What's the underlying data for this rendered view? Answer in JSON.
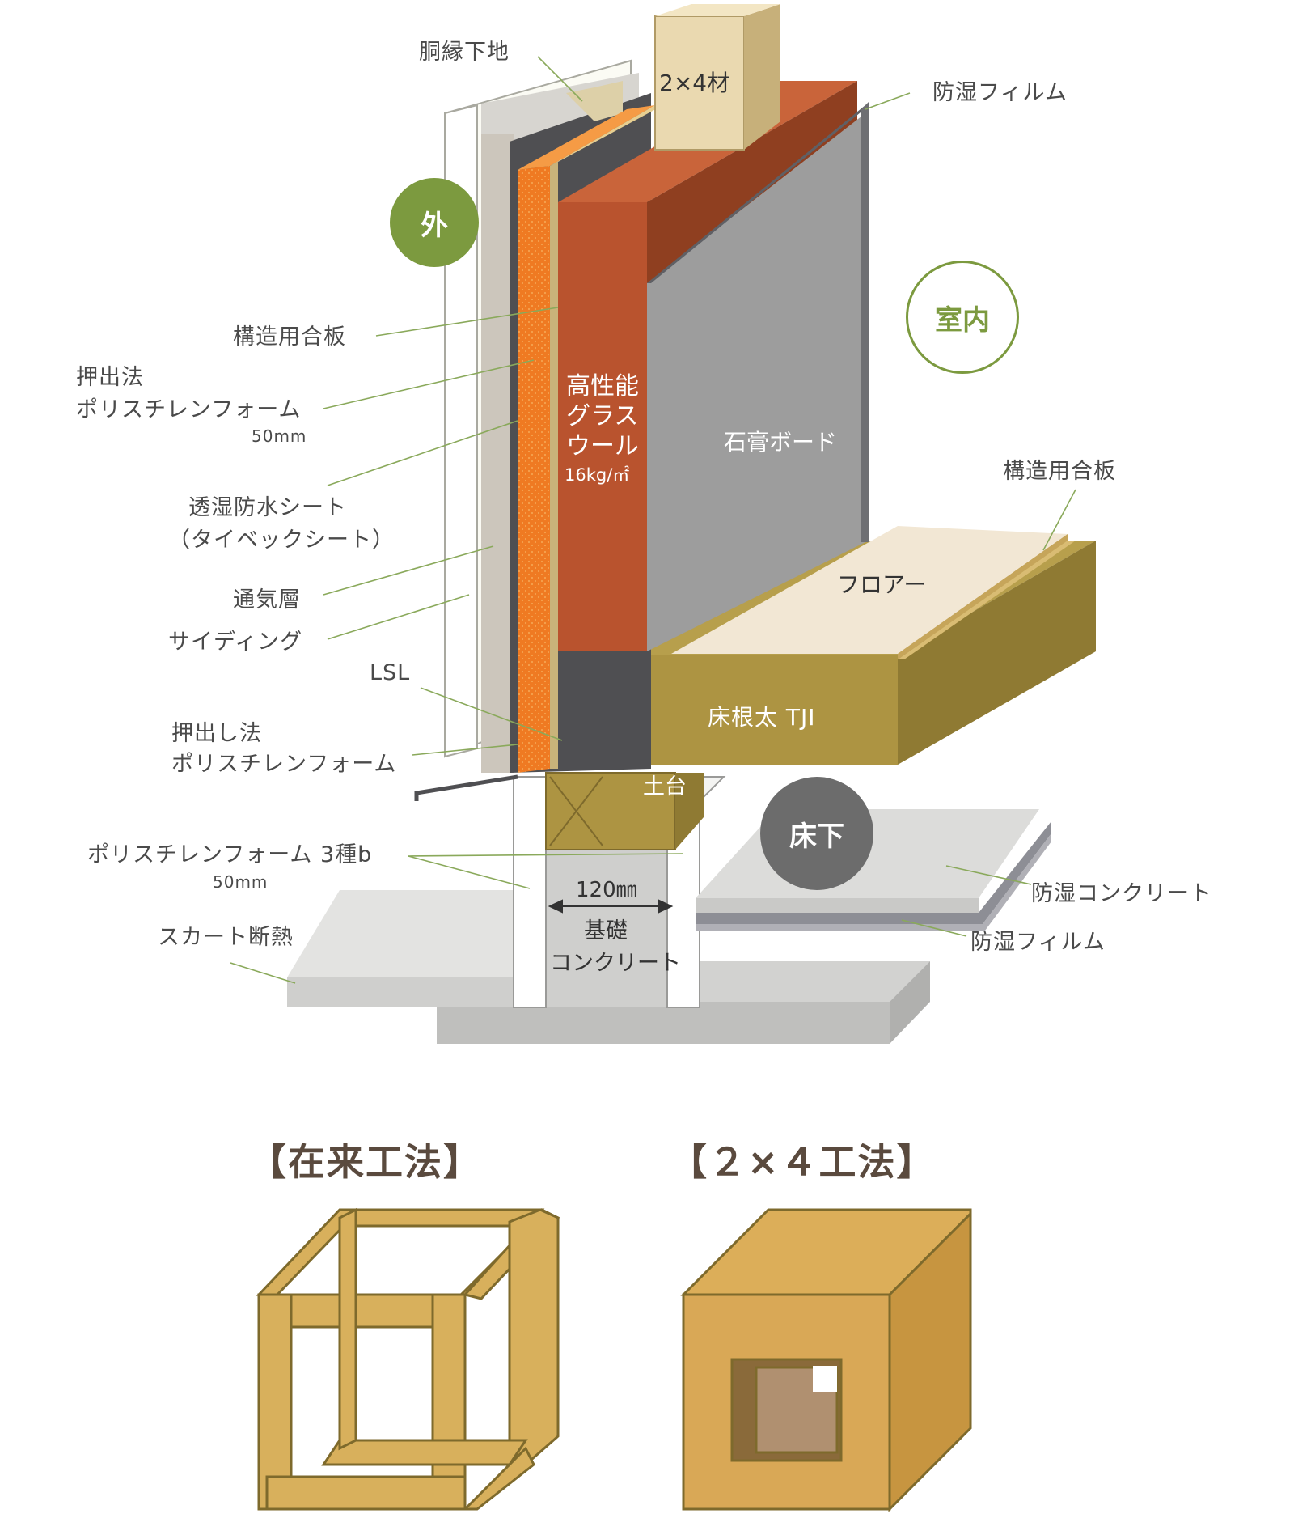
{
  "diagram": {
    "labels": {
      "dobuchi": "胴縁下地",
      "two_by_four_lumber": "2×4材",
      "vapor_film_top": "防湿フィルム",
      "structural_plywood_wall": "構造用合板",
      "xps_50_line1": "押出法",
      "xps_50_line2": "ポリスチレンフォーム",
      "xps_50_thickness": "50mm",
      "breather_sheet_line1": "透湿防水シート",
      "breather_sheet_line2": "（タイベックシート）",
      "air_layer": "通気層",
      "siding": "サイディング",
      "lsl": "LSL",
      "xps_lower_line1": "押出し法",
      "xps_lower_line2": "ポリスチレンフォーム",
      "pf_3b_line1": "ポリスチレンフォーム 3種b",
      "pf_3b_thickness": "50mm",
      "skirt_insulation": "スカート断熱",
      "structural_plywood_floor": "構造用合板",
      "moisture_proof_concrete": "防湿コンクリート",
      "vapor_film_bottom": "防湿フィルム",
      "glass_wool_line1": "高性能",
      "glass_wool_line2": "グラス",
      "glass_wool_line3": "ウール",
      "glass_wool_density": "16kg/㎡",
      "gypsum_board": "石膏ボード",
      "flooring": "フロアー",
      "floor_joist": "床根太 TJI",
      "sill": "土台",
      "foundation_width": "120㎜",
      "foundation_line1": "基礎",
      "foundation_line2": "コンクリート"
    },
    "zones": {
      "outside": "外",
      "indoor": "室内",
      "underfloor": "床下"
    }
  },
  "methods": {
    "conventional": "【在来工法】",
    "two_by_four": "【２×４工法】"
  },
  "colors": {
    "accent_green": "#7c9a3f",
    "underfloor_gray": "#6c6c6c",
    "xps_orange": "#ef7a22",
    "glass_wool": "#b9532e",
    "gypsum": "#9d9d9d",
    "lumber": "#ad9442",
    "heading_brown": "#5a4a3e"
  }
}
